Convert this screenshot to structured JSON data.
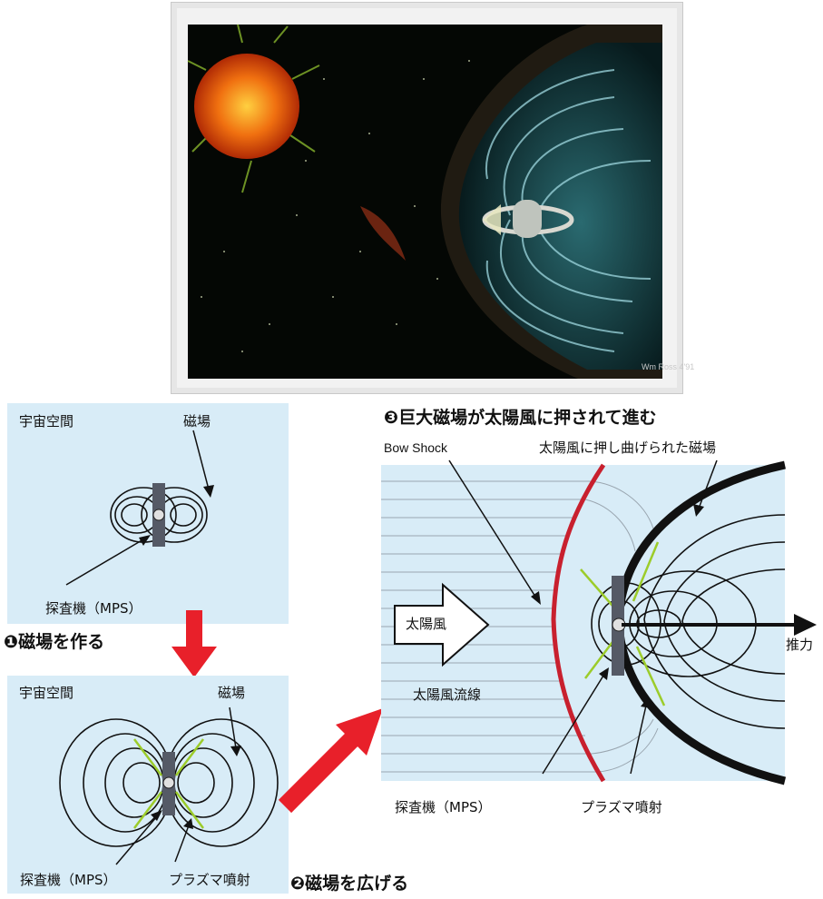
{
  "top_illustration": {
    "signature": "Wm Ross 4'91"
  },
  "panel1": {
    "space_label": "宇宙空間",
    "field_label": "磁場",
    "probe_label": "探査機（MPS）"
  },
  "step1": {
    "number": "❶",
    "text": "磁場を作る"
  },
  "panel2": {
    "space_label": "宇宙空間",
    "field_label": "磁場",
    "probe_label": "探査機（MPS）",
    "plasma_label": "プラズマ噴射"
  },
  "step2": {
    "number": "❷",
    "text": "磁場を広げる"
  },
  "step3": {
    "number": "❸",
    "text": "巨大磁場が太陽風に押されて進む"
  },
  "panel3": {
    "bow_shock_label": "Bow Shock",
    "bent_field_label": "太陽風に押し曲げられた磁場",
    "solar_wind_label": "太陽風",
    "stream_label": "太陽風流線",
    "thrust_label": "推力",
    "probe_label": "探査機（MPS）",
    "plasma_label": "プラズマ噴射"
  },
  "colors": {
    "panel_bg": "#d8ecf7",
    "arrow_red": "#e8202a",
    "bow_shock_red": "#c8202e",
    "plasma_green": "#9ccc2a"
  }
}
